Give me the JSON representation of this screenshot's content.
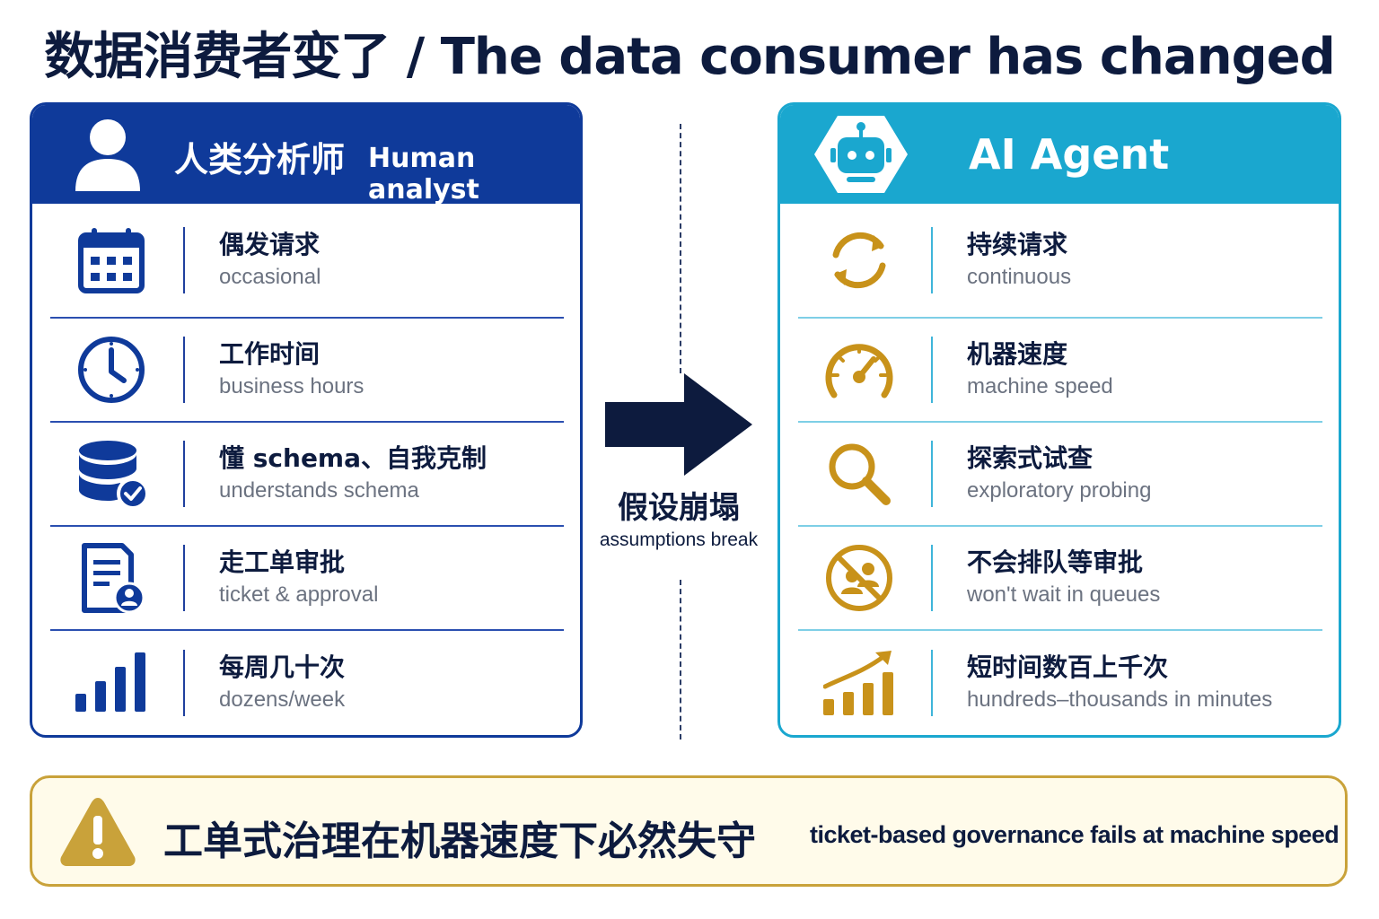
{
  "title": "数据消费者变了 / The data consumer has changed",
  "colors": {
    "human_blue": "#0f3a9a",
    "agent_cyan": "#1aa7cf",
    "agent_gold": "#c8921a",
    "navy": "#0d1b3e",
    "warning_gold": "#c9a23a"
  },
  "human_panel": {
    "title_zh": "人类分析师",
    "title_en": "Human analyst",
    "header_icon": "user-icon",
    "rows": [
      {
        "zh": "偶发请求",
        "en": "occasional",
        "icon": "calendar-icon"
      },
      {
        "zh": "工作时间",
        "en": "business hours",
        "icon": "clock-icon"
      },
      {
        "zh": "懂 schema、自我克制",
        "en": "understands schema",
        "icon": "database-check-icon"
      },
      {
        "zh": "走工单审批",
        "en": "ticket & approval",
        "icon": "ticket-document-icon"
      },
      {
        "zh": "每周几十次",
        "en": "dozens/week",
        "icon": "bar-chart-icon"
      }
    ]
  },
  "agent_panel": {
    "title_en": "AI Agent",
    "header_icon": "robot-icon",
    "rows": [
      {
        "zh": "持续请求",
        "en": "continuous",
        "icon": "refresh-cycle-icon"
      },
      {
        "zh": "机器速度",
        "en": "machine speed",
        "icon": "speedometer-icon"
      },
      {
        "zh": "探索式试查",
        "en": "exploratory probing",
        "icon": "magnifier-icon"
      },
      {
        "zh": "不会排队等审批",
        "en": "won't wait in queues",
        "icon": "no-queue-icon"
      },
      {
        "zh": "短时间数百上千次",
        "en": "hundreds–thousands in minutes",
        "icon": "growth-chart-icon"
      }
    ]
  },
  "transition": {
    "zh": "假设崩塌",
    "en": "assumptions break",
    "icon": "right-arrow-icon"
  },
  "banner": {
    "zh": "工单式治理在机器速度下必然失守",
    "en": "ticket-based governance fails at machine speed",
    "icon": "warning-icon"
  }
}
